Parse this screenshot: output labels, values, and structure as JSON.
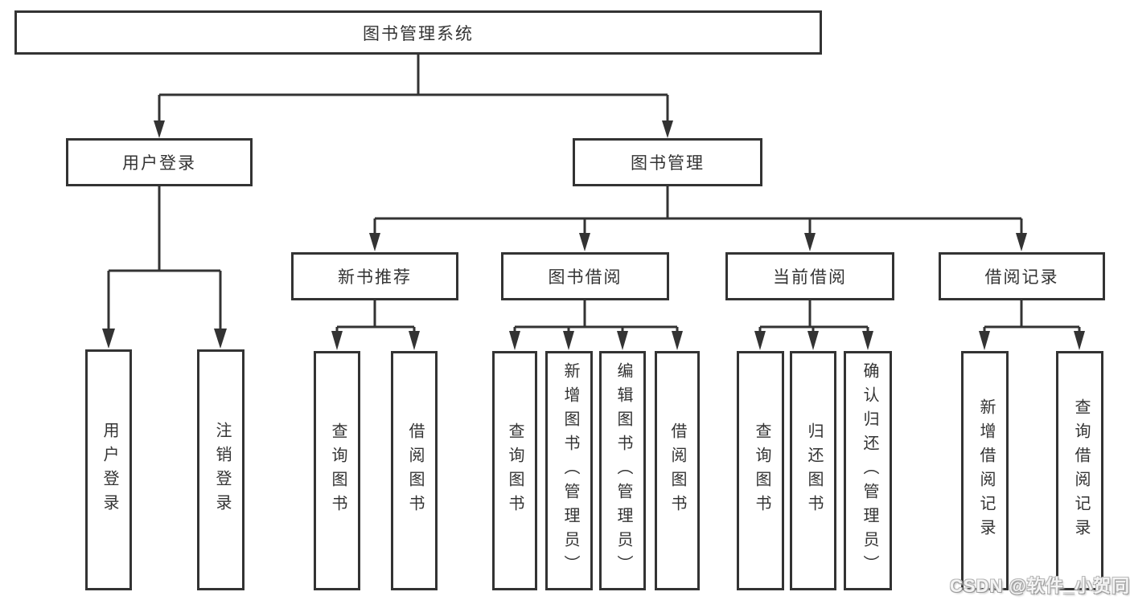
{
  "tree": {
    "root": {
      "label": "图书管理系统",
      "children": [
        {
          "label": "用户登录",
          "children": [
            {
              "label": "用户登录"
            },
            {
              "label": "注销登录"
            }
          ]
        },
        {
          "label": "图书管理",
          "children": [
            {
              "label": "新书推荐",
              "children": [
                {
                  "label": "查询图书"
                },
                {
                  "label": "借阅图书"
                }
              ]
            },
            {
              "label": "图书借阅",
              "children": [
                {
                  "label": "查询图书"
                },
                {
                  "label": "新增图书（管理员）"
                },
                {
                  "label": "编辑图书（管理员）"
                },
                {
                  "label": "借阅图书"
                }
              ]
            },
            {
              "label": "当前借阅",
              "children": [
                {
                  "label": "查询图书"
                },
                {
                  "label": "归还图书"
                },
                {
                  "label": "确认归还（管理员）"
                }
              ]
            },
            {
              "label": "借阅记录",
              "children": [
                {
                  "label": "新增借阅记录"
                },
                {
                  "label": "查询借阅记录"
                }
              ]
            }
          ]
        }
      ]
    }
  },
  "watermark": {
    "text": "CSDN @软件_小贺同学"
  },
  "colors": {
    "line": "#333333",
    "box_border": "#333333",
    "text": "#333333",
    "background": "#ffffff",
    "watermark_text": "#f4f4f4"
  }
}
